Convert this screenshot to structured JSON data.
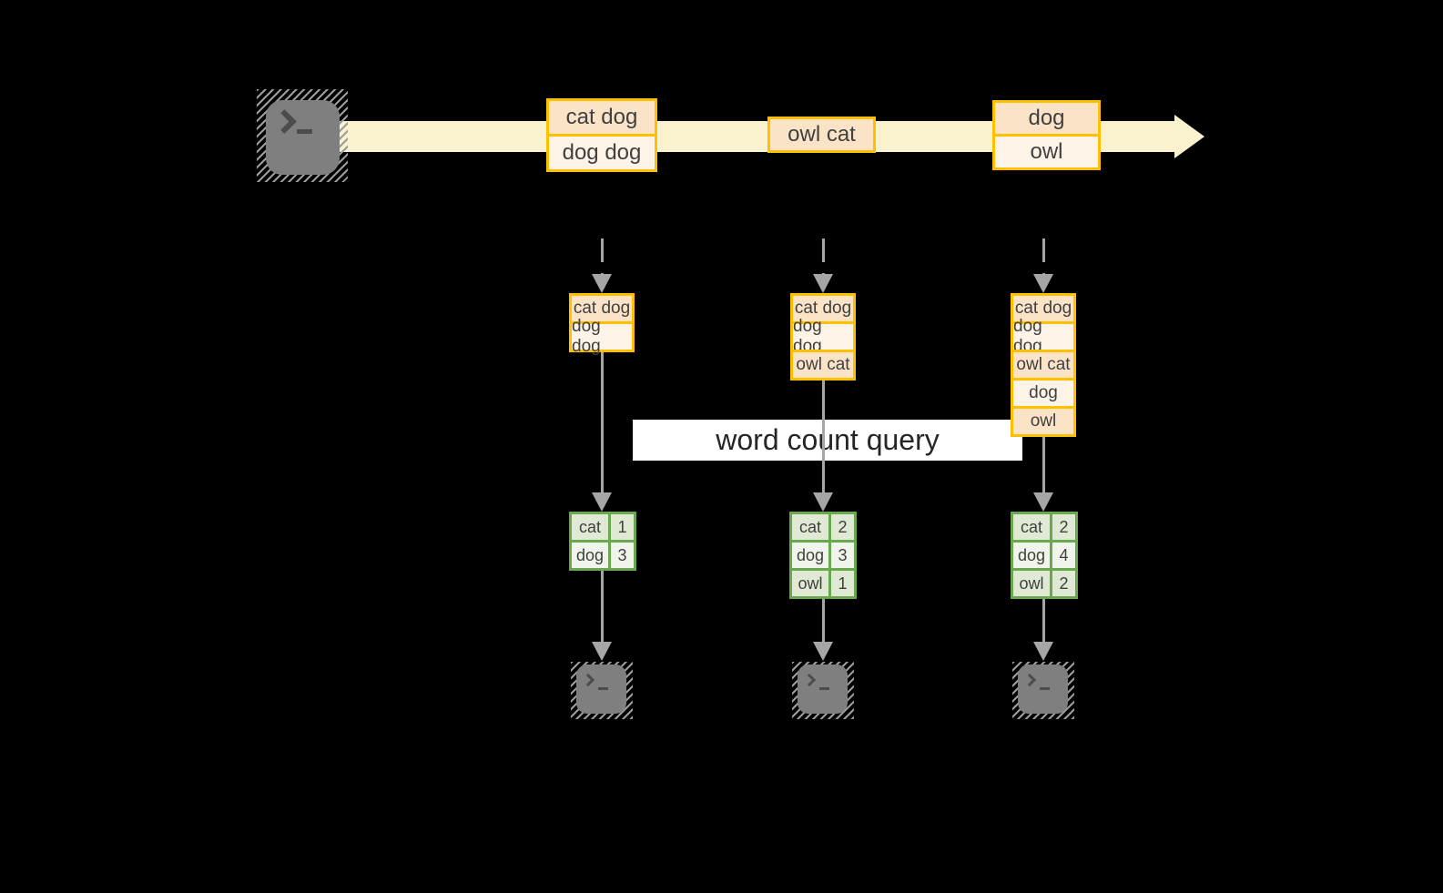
{
  "labels": {
    "query": "word count query"
  },
  "icons": {
    "source": "terminal-icon",
    "sink": "terminal-icon"
  },
  "stream": {
    "events": [
      {
        "rows": [
          "cat dog",
          "dog dog"
        ]
      },
      {
        "rows": [
          "owl cat"
        ]
      },
      {
        "rows": [
          "dog",
          "owl"
        ]
      }
    ]
  },
  "buffers": [
    {
      "rows": [
        "cat dog",
        "dog dog"
      ]
    },
    {
      "rows": [
        "cat dog",
        "dog dog",
        "owl cat"
      ]
    },
    {
      "rows": [
        "cat dog",
        "dog dog",
        "owl cat",
        "dog",
        "owl"
      ]
    }
  ],
  "counts": [
    {
      "rows": [
        {
          "word": "cat",
          "count": "1"
        },
        {
          "word": "dog",
          "count": "3"
        }
      ]
    },
    {
      "rows": [
        {
          "word": "cat",
          "count": "2"
        },
        {
          "word": "dog",
          "count": "3"
        },
        {
          "word": "owl",
          "count": "1"
        }
      ]
    },
    {
      "rows": [
        {
          "word": "cat",
          "count": "2"
        },
        {
          "word": "dog",
          "count": "4"
        },
        {
          "word": "owl",
          "count": "2"
        }
      ]
    }
  ],
  "colors": {
    "background": "#000000",
    "stream_band": "#FAF1CF",
    "box_border": "#FFC000",
    "box_fill_dark": "#FBE3C7",
    "box_fill_light": "#FDF4E7",
    "table_border": "#6AA84F",
    "table_fill_dark": "#DFE9D4",
    "table_fill_light": "#F0F5EC",
    "arrow_gray": "#A6A6A6",
    "terminal_gray": "#7F7F7F",
    "label_background": "#FFFFFF",
    "text": "#404040"
  }
}
